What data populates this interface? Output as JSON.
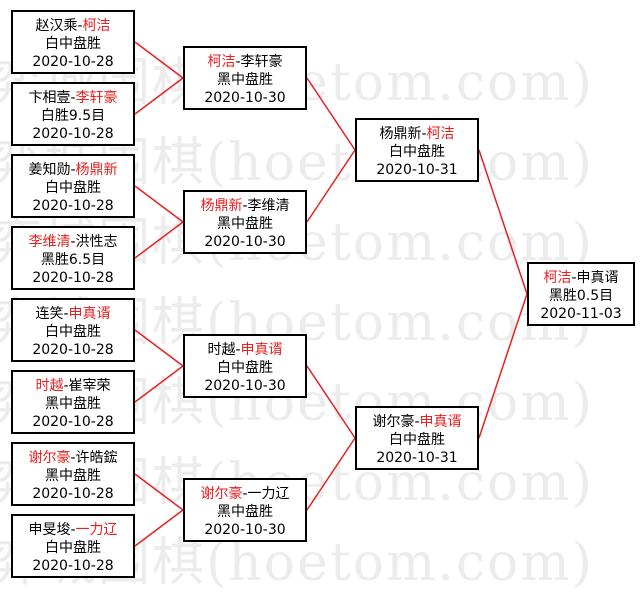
{
  "watermark": "弈城围棋(hoetom.com)",
  "colors": {
    "winner": "#e8201f",
    "line": "#e8201f",
    "border": "#000000",
    "text": "#000000"
  },
  "matches": [
    {
      "id": "r1m1",
      "p1": "赵汉乘",
      "p2": "柯洁",
      "winner": 2,
      "result": "白中盘胜",
      "date": "2020-10-28"
    },
    {
      "id": "r1m2",
      "p1": "卞相壹",
      "p2": "李轩豪",
      "winner": 2,
      "result": "白胜9.5目",
      "date": "2020-10-28"
    },
    {
      "id": "r1m3",
      "p1": "姜知勋",
      "p2": "杨鼎新",
      "winner": 2,
      "result": "白中盘胜",
      "date": "2020-10-28"
    },
    {
      "id": "r1m4",
      "p1": "李维清",
      "p2": "洪性志",
      "winner": 1,
      "result": "黑胜6.5目",
      "date": "2020-10-28"
    },
    {
      "id": "r1m5",
      "p1": "连笑",
      "p2": "申真谞",
      "winner": 2,
      "result": "白中盘胜",
      "date": "2020-10-28"
    },
    {
      "id": "r1m6",
      "p1": "时越",
      "p2": "崔宰荣",
      "winner": 1,
      "result": "黑中盘胜",
      "date": "2020-10-28"
    },
    {
      "id": "r1m7",
      "p1": "谢尔豪",
      "p2": "许皓鋐",
      "winner": 1,
      "result": "黑中盘胜",
      "date": "2020-10-28"
    },
    {
      "id": "r1m8",
      "p1": "申旻埈",
      "p2": "一力辽",
      "winner": 2,
      "result": "白中盘胜",
      "date": "2020-10-28"
    },
    {
      "id": "r2m1",
      "p1": "柯洁",
      "p2": "李轩豪",
      "winner": 1,
      "result": "黑中盘胜",
      "date": "2020-10-30"
    },
    {
      "id": "r2m2",
      "p1": "杨鼎新",
      "p2": "李维清",
      "winner": 1,
      "result": "黑中盘胜",
      "date": "2020-10-30"
    },
    {
      "id": "r2m3",
      "p1": "时越",
      "p2": "申真谞",
      "winner": 2,
      "result": "白中盘胜",
      "date": "2020-10-30"
    },
    {
      "id": "r2m4",
      "p1": "谢尔豪",
      "p2": "一力辽",
      "winner": 1,
      "result": "黑中盘胜",
      "date": "2020-10-30"
    },
    {
      "id": "r3m1",
      "p1": "杨鼎新",
      "p2": "柯洁",
      "winner": 2,
      "result": "白中盘胜",
      "date": "2020-10-31"
    },
    {
      "id": "r3m2",
      "p1": "谢尔豪",
      "p2": "申真谞",
      "winner": 2,
      "result": "白中盘胜",
      "date": "2020-10-31"
    },
    {
      "id": "final",
      "p1": "柯洁",
      "p2": "申真谞",
      "winner": 1,
      "result": "黑胜0.5目",
      "date": "2020-11-03"
    }
  ]
}
